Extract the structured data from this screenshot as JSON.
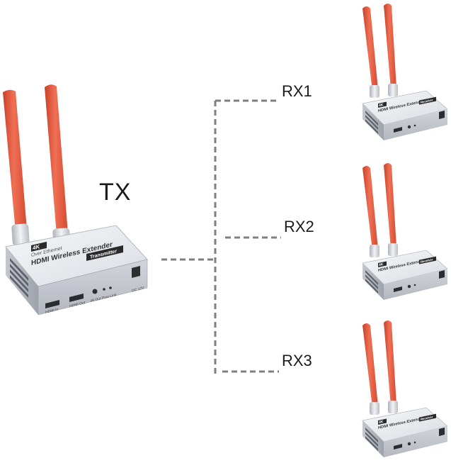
{
  "transmitter": {
    "label": "TX",
    "device": {
      "badge": "4K",
      "subtitle": "Over Ethernet",
      "name": "HDMI Wireless Extender",
      "tag": "Transmitter",
      "port_hdmi_in": "HDMI In",
      "port_hdmi_out": "HDMI Out",
      "port_ir_out": "IR Out",
      "indicators": "Pow  Link",
      "port_dc": "DC 12V"
    }
  },
  "receivers": [
    {
      "label": "RX1",
      "device": {
        "badge": "4K",
        "name": "HDMI Wireless Extender",
        "tag": "Receiver"
      }
    },
    {
      "label": "RX2",
      "device": {
        "badge": "4K",
        "name": "HDMI Wireless Extender",
        "tag": "Receiver"
      }
    },
    {
      "label": "RX3",
      "device": {
        "badge": "4K",
        "name": "HDMI Wireless Extender",
        "tag": "Receiver"
      }
    }
  ],
  "colors": {
    "antenna": "#ea5a3e",
    "antenna_dark": "#c84128",
    "antenna_light": "#f58a6c",
    "housing_top": "#eceef2",
    "housing_front": "#c5c8cf",
    "housing_side": "#a9adb5",
    "connector": "#7f7f7f",
    "label_text": "#1a1a1a"
  }
}
